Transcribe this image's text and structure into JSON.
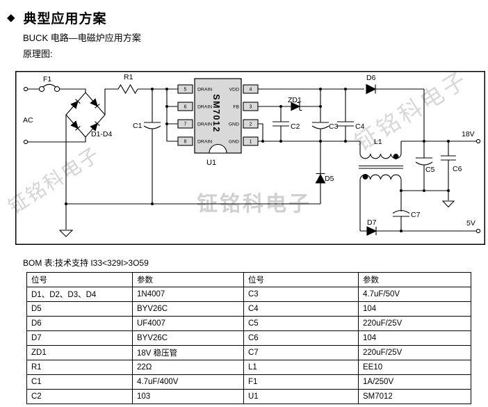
{
  "page": {
    "bullet": "◆",
    "title": "典型应用方案",
    "subtitle": "BUCK 电路—电磁炉应用方案",
    "caption": "原理图:"
  },
  "watermark": {
    "text": "钲铭科电子"
  },
  "schematic": {
    "labels": {
      "ac": "AC",
      "f1": "F1",
      "r1": "R1",
      "c1": "C1",
      "c2": "C2",
      "c3": "C3",
      "c4": "C4",
      "c5": "C5",
      "c6": "C6",
      "c7": "C7",
      "bridge": "D1-D4",
      "d5": "D5",
      "d6": "D6",
      "d7": "D7",
      "zd1": "ZD1",
      "l1": "L1",
      "u1": "U1",
      "ic": "SM7012",
      "drain": "DRAIN",
      "vdd": "VDD",
      "fb": "FB",
      "gnd": "GND",
      "out_18v": "18V",
      "out_5v": "5V"
    },
    "pins_left": [
      "5",
      "6",
      "7",
      "8"
    ],
    "pins_right": [
      "4",
      "3",
      "2",
      "1"
    ]
  },
  "bom": {
    "caption": "BOM 表:技术支持 I33<329I>3O59",
    "headers": [
      "位号",
      "参数",
      "位号",
      "参数"
    ],
    "rows": [
      [
        "D1、D2、D3、D4",
        "1N4007",
        "C3",
        "4.7uF/50V"
      ],
      [
        "D5",
        "BYV26C",
        "C4",
        "104"
      ],
      [
        "D6",
        "UF4007",
        "C5",
        "220uF/25V"
      ],
      [
        "D7",
        "BYV26C",
        "C6",
        "104"
      ],
      [
        "ZD1",
        "18V 稳压管",
        "C7",
        "220uF/25V"
      ],
      [
        "R1",
        "22Ω",
        "L1",
        "EE10"
      ],
      [
        "C1",
        "4.7uF/400V",
        "F1",
        "1A/250V"
      ],
      [
        "C2",
        "103",
        "U1",
        "SM7012"
      ]
    ]
  }
}
